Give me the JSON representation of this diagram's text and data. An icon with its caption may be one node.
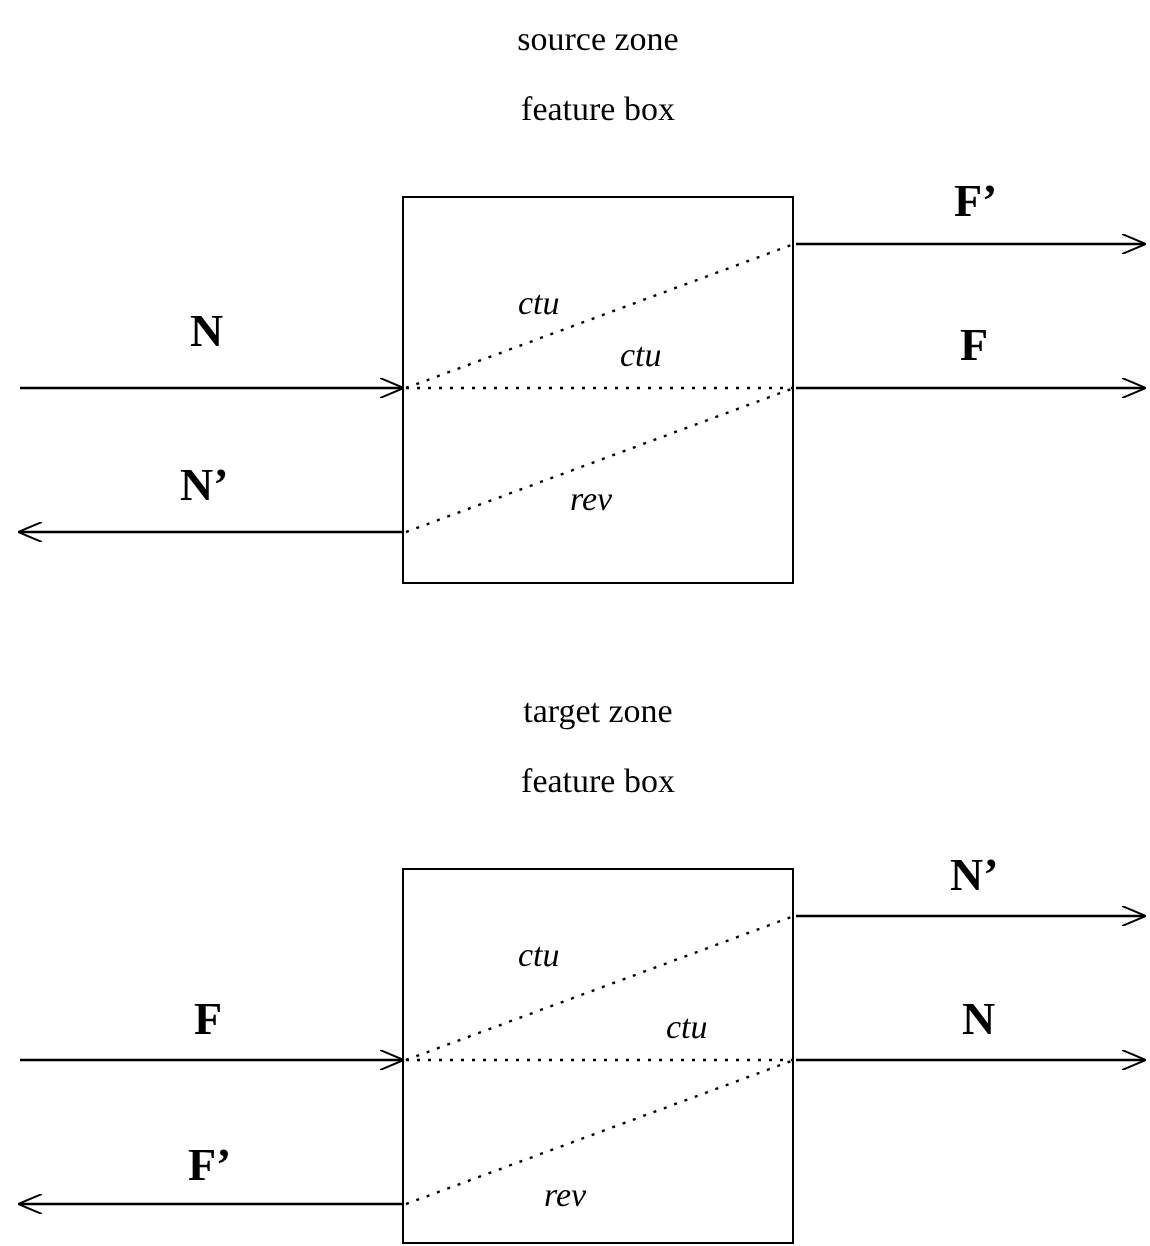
{
  "diagram": {
    "nodes": [
      {
        "text": [
          "source zone feature box"
        ]
      },
      {
        "text": [
          "target zone feature box"
        ]
      }
    ],
    "edges": [
      {
        "from": 0,
        "to": null,
        "arrow": "to",
        "label": "F’"
      },
      {
        "from": null,
        "to": 0,
        "arrow": "to",
        "label": "N"
      },
      {
        "from": 0,
        "to": null,
        "arrow": "to",
        "label": "F"
      },
      {
        "from": 0,
        "to": null,
        "arrow": "to",
        "label": "N’"
      },
      {
        "from": 1,
        "to": null,
        "arrow": "to",
        "label": "N’"
      },
      {
        "from": null,
        "to": 1,
        "arrow": "to",
        "label": "F"
      },
      {
        "from": 1,
        "to": null,
        "arrow": "to",
        "label": "N"
      },
      {
        "from": 1,
        "to": null,
        "arrow": "to",
        "label": "F’"
      }
    ],
    "labels": [
      "ctu",
      "ctu",
      "rev",
      "ctu",
      "ctu",
      "rev"
    ]
  }
}
